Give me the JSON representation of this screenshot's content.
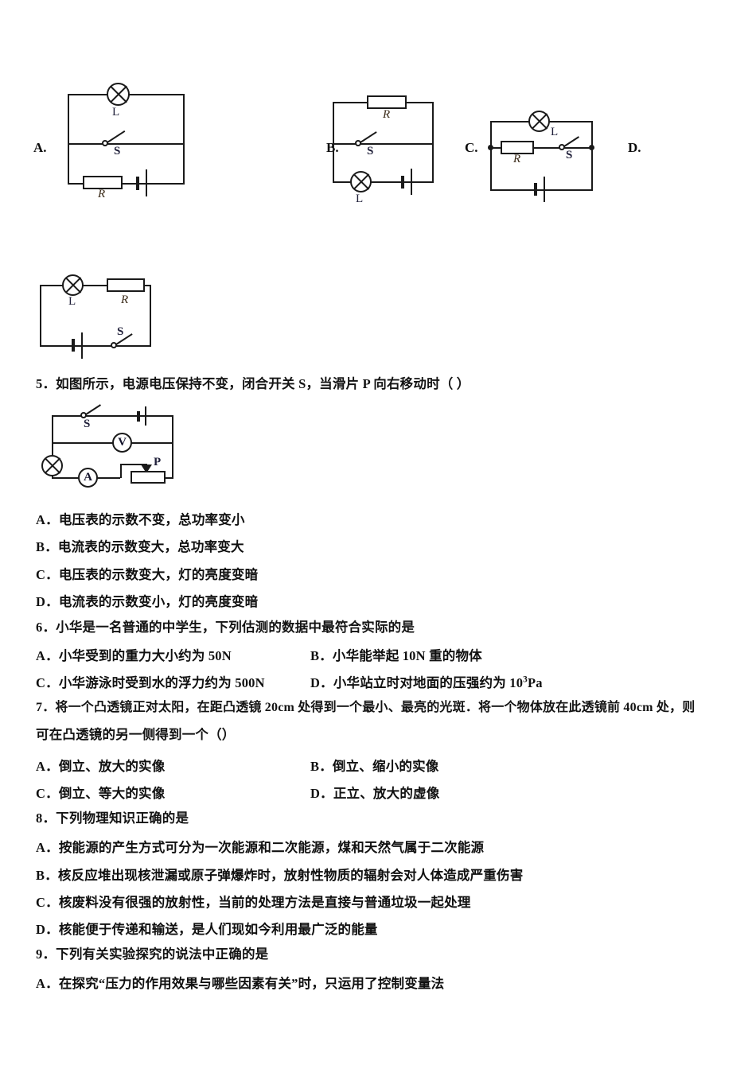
{
  "document": {
    "type": "physics-exam-page",
    "language": "zh-CN"
  },
  "choice_row": {
    "labels": [
      "A.",
      "B.",
      "C.",
      "D."
    ]
  },
  "circuits": {
    "a": {
      "label": "A.",
      "components": [
        {
          "name": "lamp",
          "text": "L"
        },
        {
          "name": "switch",
          "text": "S"
        },
        {
          "name": "resistor",
          "text": "R"
        },
        {
          "name": "battery",
          "text": ""
        }
      ]
    },
    "b": {
      "label": "B.",
      "components": [
        {
          "name": "resistor",
          "text": "R"
        },
        {
          "name": "switch",
          "text": "S"
        },
        {
          "name": "lamp",
          "text": "L"
        },
        {
          "name": "battery",
          "text": ""
        }
      ]
    },
    "c": {
      "label": "C.",
      "components": [
        {
          "name": "lamp",
          "text": "L"
        },
        {
          "name": "resistor",
          "text": "R"
        },
        {
          "name": "switch",
          "text": "S"
        },
        {
          "name": "battery",
          "text": ""
        }
      ]
    },
    "d": {
      "label": "D.",
      "components": [
        {
          "name": "lamp",
          "text": "L"
        },
        {
          "name": "resistor",
          "text": "R"
        },
        {
          "name": "switch",
          "text": "S"
        },
        {
          "name": "battery",
          "text": ""
        }
      ]
    },
    "q5": {
      "components": [
        {
          "name": "switch",
          "text": "S"
        },
        {
          "name": "voltmeter",
          "text": "V"
        },
        {
          "name": "ammeter",
          "text": "A"
        },
        {
          "name": "slider",
          "text": "P"
        },
        {
          "name": "lamp",
          "text": ""
        },
        {
          "name": "battery",
          "text": ""
        }
      ]
    }
  },
  "questions": [
    {
      "id": "q5",
      "stem": "5．如图所示，电源电压保持不变，闭合开关 S，当滑片 P 向右移动时（      ）",
      "options": [
        "A．电压表的示数不变，总功率变小",
        "B．电流表的示数变大，总功率变大",
        "C．电压表的示数变大，灯的亮度变暗",
        "D．电流表的示数变小，灯的亮度变暗"
      ]
    },
    {
      "id": "q6",
      "stem": "6．小华是一名普通的中学生，下列估测的数据中最符合实际的是",
      "options": [
        "A．小华受到的重力大小约为 50N",
        "B．小华能举起 10N 重的物体",
        "C．小华游泳时受到水的浮力约为 500N",
        "D．小华站立时对地面的压强约为 10"
      ],
      "option_d_sup": "3",
      "option_d_tail": "Pa"
    },
    {
      "id": "q7",
      "stem_line1": "7．将一个凸透镜正对太阳，在距凸透镜 20cm 处得到一个最小、最亮的光斑．将一个物体放在此透镜前 40cm 处，则",
      "stem_line2": "可在凸透镜的另一侧得到一个（）",
      "options": [
        "A．倒立、放大的实像",
        "B．倒立、缩小的实像",
        "C．倒立、等大的实像",
        "D．正立、放大的虚像"
      ]
    },
    {
      "id": "q8",
      "stem": "8．下列物理知识正确的是",
      "options": [
        "A．按能源的产生方式可分为一次能源和二次能源，煤和天然气属于二次能源",
        "B．核反应堆出现核泄漏或原子弹爆炸时，放射性物质的辐射会对人体造成严重伤害",
        "C．核废料没有很强的放射性，当前的处理方法是直接与普通垃圾一起处理",
        "D．核能便于传递和输送，是人们现如今利用最广泛的能量"
      ]
    },
    {
      "id": "q9",
      "stem": "9．下列有关实验探究的说法中正确的是",
      "options": [
        "A．在探究“压力的作用效果与哪些因素有关”时，只运用了控制变量法"
      ]
    }
  ],
  "colors": {
    "ink": "#1a1a1a",
    "text": "#141414",
    "label_blue": "#20203a",
    "label_brown": "#3a2a18",
    "background": "#ffffff"
  }
}
